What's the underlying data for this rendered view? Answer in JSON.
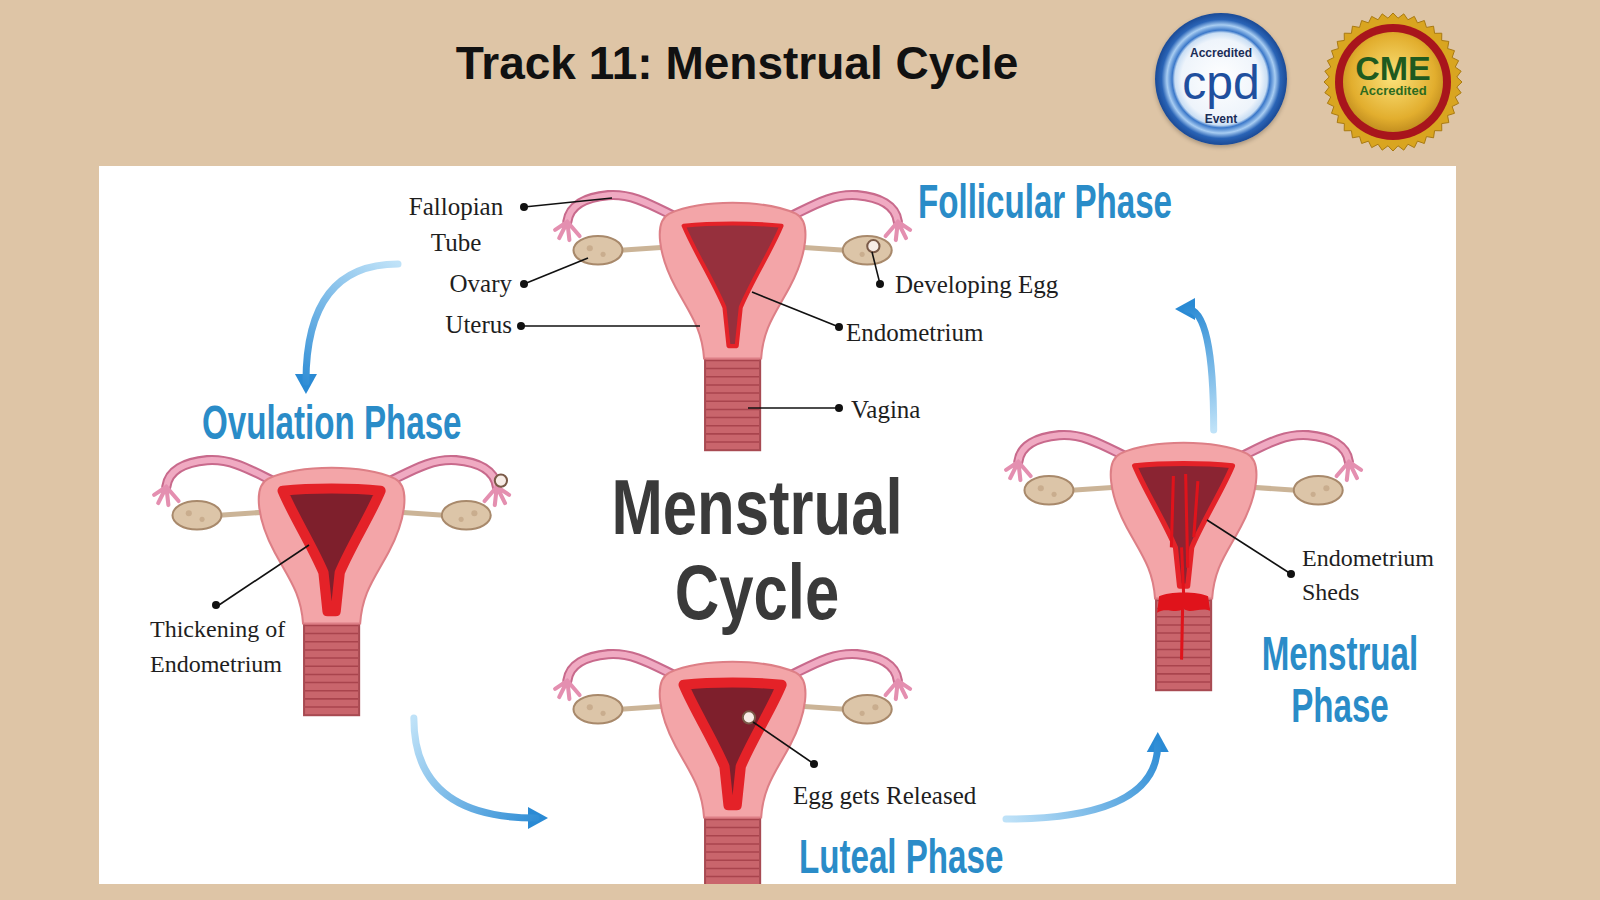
{
  "diagram": {
    "title": "Track 11: Menstrual Cycle",
    "nodes": [
      {
        "text": [
          "Accredited",
          "cpd",
          "Event"
        ]
      },
      {
        "text": [
          "CME",
          "Accredited"
        ]
      },
      {
        "text": [
          "Follicular Phase"
        ]
      },
      {
        "text": [
          "Ovulation Phase"
        ]
      },
      {
        "text": [
          "Luteal Phase"
        ]
      },
      {
        "text": [
          "Menstrual Phase"
        ]
      }
    ],
    "edges": [
      {
        "from": 2,
        "to": 3,
        "arrow": "to"
      },
      {
        "from": 3,
        "to": 4,
        "arrow": "to"
      },
      {
        "from": 4,
        "to": 5,
        "arrow": "to"
      },
      {
        "from": 5,
        "to": 2,
        "arrow": "to"
      }
    ],
    "labels": [
      "Fallopian Tube",
      "Ovary",
      "Uterus",
      "Developing Egg",
      "Endometrium",
      "Vagina",
      "Menstrual Cycle",
      "Thickening of Endometrium",
      "Egg gets Released",
      "Endometrium Sheds"
    ]
  }
}
